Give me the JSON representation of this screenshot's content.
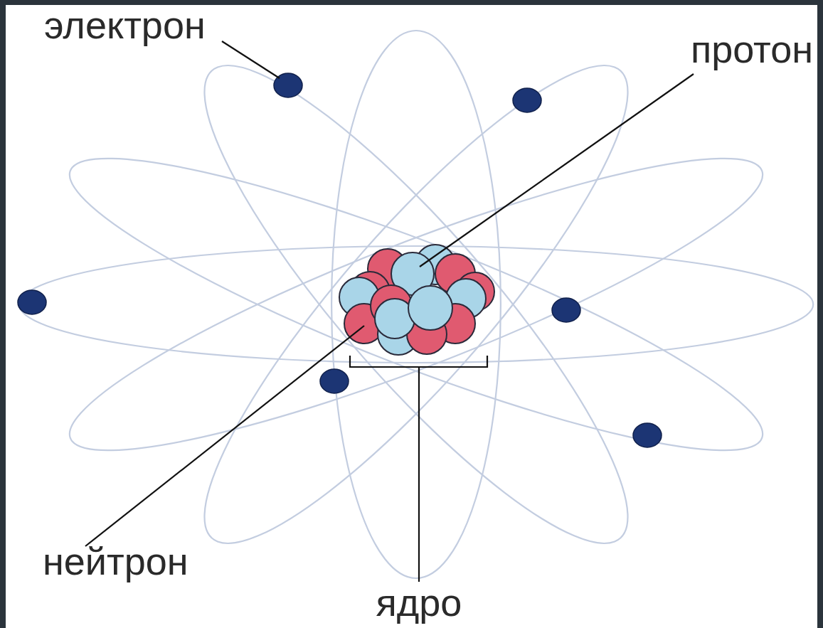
{
  "diagram": {
    "labels": [
      "электрон",
      "протон",
      "нейтрон",
      "ядро"
    ]
  }
}
